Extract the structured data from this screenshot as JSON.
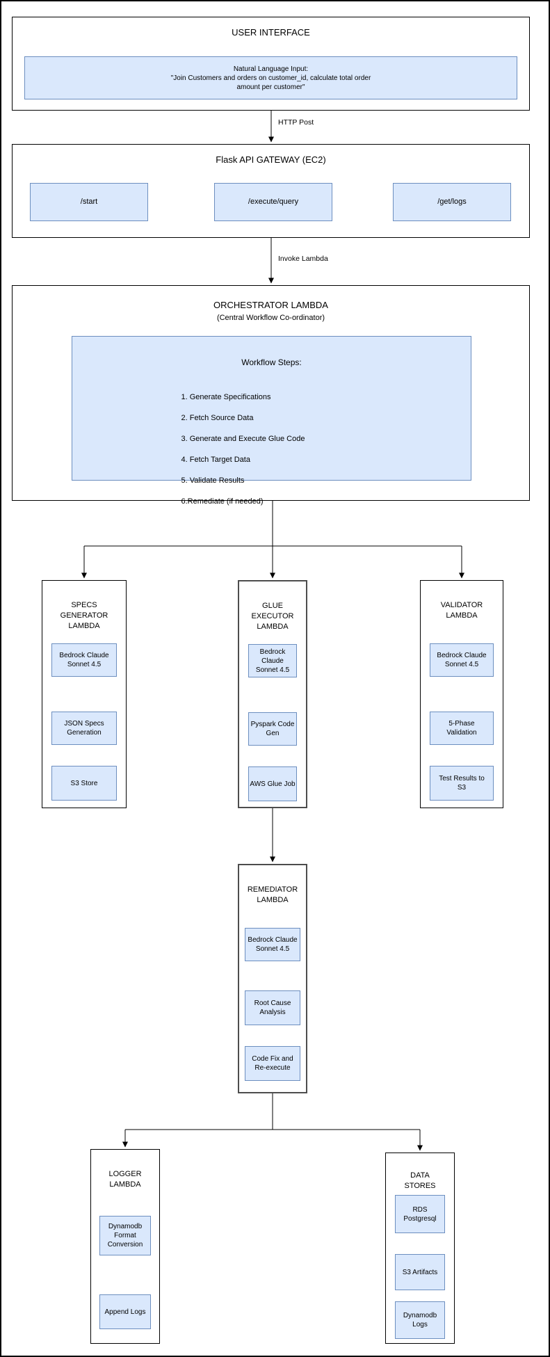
{
  "ui": {
    "title": "USER INTERFACE",
    "input": "Natural Language Input:\n\"Join Customers and orders on customer_id, calculate total order\namount per customer\""
  },
  "labels": {
    "http_post": "HTTP Post",
    "invoke_lambda": "Invoke Lambda"
  },
  "flask": {
    "title": "Flask API GATEWAY (EC2)",
    "endpoints": [
      "/start",
      "/execute/query",
      "/get/logs"
    ]
  },
  "orchestrator": {
    "title": "ORCHESTRATOR LAMBDA",
    "subtitle": "(Central Workflow Co-ordinator)",
    "workflow_title": "Workflow Steps:",
    "steps": [
      "1. Generate Specifications",
      "2. Fetch Source Data",
      "3. Generate and Execute Glue Code",
      "4. Fetch Target Data",
      "5. Validate Results",
      "6.Remediate (if needed)"
    ]
  },
  "specs_generator": {
    "title": "SPECS\nGENERATOR\nLAMBDA",
    "steps": [
      "Bedrock Claude\nSonnet 4.5",
      "JSON Specs\nGeneration",
      "S3 Store"
    ]
  },
  "glue_executor": {
    "title": "GLUE\nEXECUTOR\nLAMBDA",
    "steps": [
      "Bedrock Claude\nSonnet 4.5",
      "Pyspark Code\nGen",
      "AWS Glue Job"
    ]
  },
  "validator": {
    "title": "VALIDATOR\nLAMBDA",
    "steps": [
      "Bedrock Claude\nSonnet 4.5",
      "5-Phase\nValidation",
      "Test Results to\nS3"
    ]
  },
  "remediator": {
    "title": "REMEDIATOR\nLAMBDA",
    "steps": [
      "Bedrock Claude\nSonnet 4.5",
      "Root Cause\nAnalysis",
      "Code Fix and\nRe-execute"
    ]
  },
  "logger": {
    "title": "LOGGER\nLAMBDA",
    "steps": [
      "Dynamodb\nFormat\nConversion",
      "Append Logs"
    ]
  },
  "data_stores": {
    "title": "DATA\nSTORES",
    "items": [
      "RDS\nPostgresql",
      "S3 Artifacts",
      "Dynamodb\nLogs"
    ]
  },
  "colors": {
    "node_fill": "#dae8fc",
    "node_border": "#6c8ebf",
    "outline": "#000000"
  }
}
